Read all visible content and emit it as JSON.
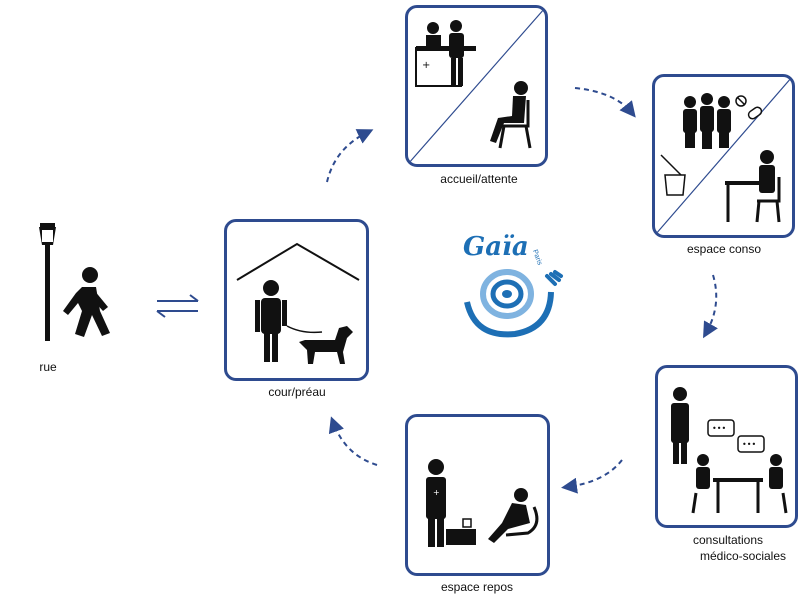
{
  "labels": {
    "rue": "rue",
    "cour": "cour/préau",
    "accueil": "accueil/attente",
    "conso": "espace conso",
    "consult_line1": "consultations",
    "consult_line2": "médico-sociales",
    "repos": "espace repos"
  },
  "logo": {
    "text": "Gaïa",
    "subtext": "Paris"
  },
  "colors": {
    "box_border": "#2e4b8f",
    "arrow": "#2e4b8f",
    "logo": "#1d6fb5",
    "figure": "#111111"
  }
}
